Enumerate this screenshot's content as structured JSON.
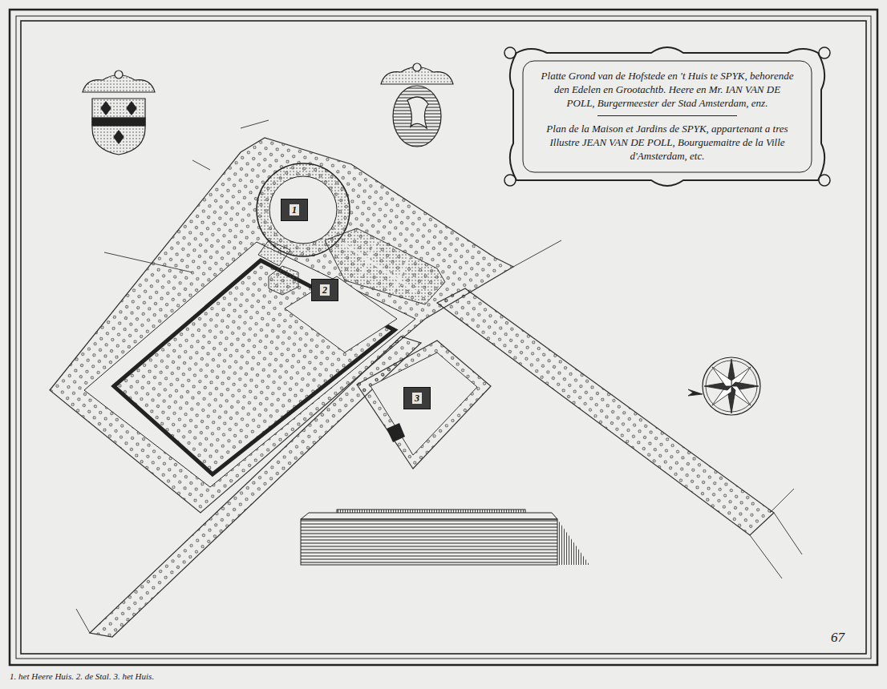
{
  "diagram": {
    "caption": "1. het Heere Huis. 2. de Stal. 3. het Huis.",
    "nodes": [
      {
        "text": [
          "Platte Grond van de Hofstede en 't Huis te SPYK, behorende den Edelen en Grootachtb. Heere en Mr. IAN VAN DE POLL, Burgermeester der Stad Amsterdam, enz.",
          "Plan de la Maison et Jardins de SPYK, appartenant a tres Illustre JEAN VAN DE POLL, Bourguemaitre de la Ville d'Amsterdam, etc."
        ]
      },
      {
        "text": [
          "1"
        ]
      },
      {
        "text": [
          "2"
        ]
      },
      {
        "text": [
          "3"
        ]
      }
    ],
    "labels": [
      "67"
    ]
  }
}
